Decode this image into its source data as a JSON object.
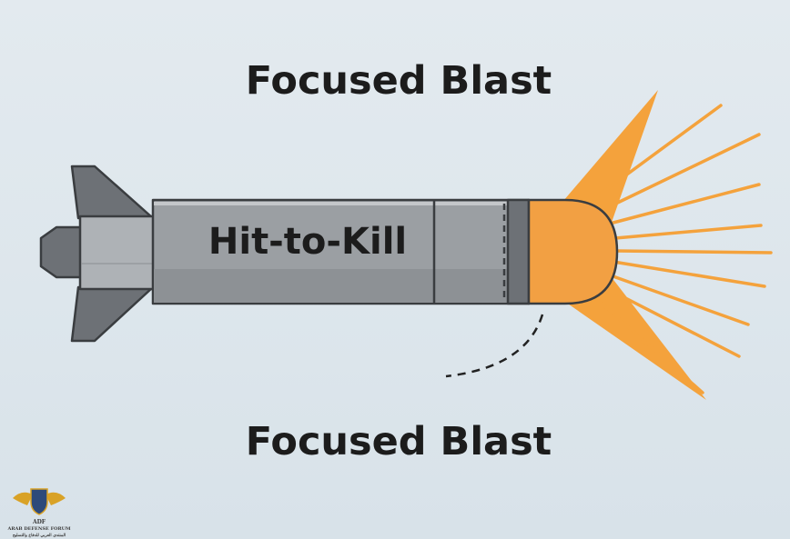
{
  "heading_top": "Focused Blast",
  "heading_bottom": "Focused Blast",
  "missile_label": "Hit-to-Kill",
  "watermark": {
    "mark": "ADF",
    "line1": "ARAB DEFENSE FORUM",
    "line2": "المنتدى العربي للدفاع والتسليح"
  },
  "colors": {
    "background": "#e0e8ee",
    "missile_body": "#9b9fa3",
    "missile_outline": "#3a3d40",
    "fins": "#6d7176",
    "warhead": "#f2a043",
    "blast": "#f4a23c"
  }
}
